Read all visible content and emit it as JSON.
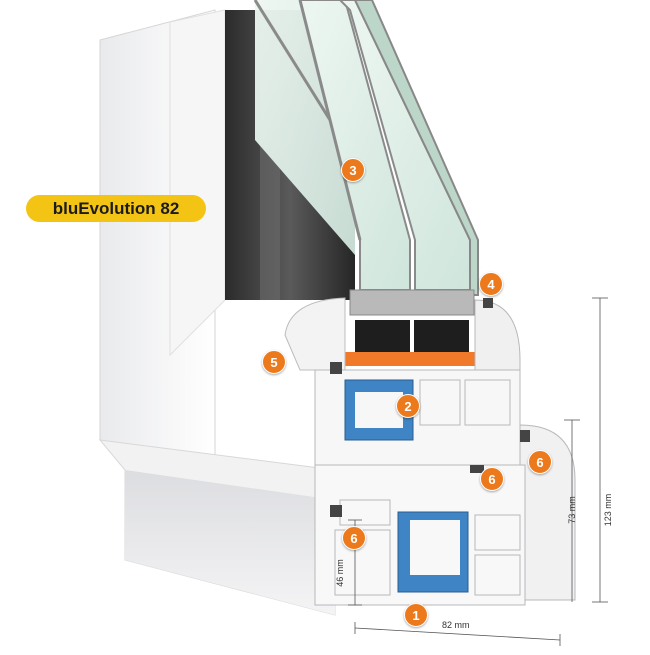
{
  "product": {
    "name": "bluEvolution 82"
  },
  "markers": [
    {
      "id": "glazing",
      "number": "3"
    },
    {
      "id": "glass-seal",
      "number": "4"
    },
    {
      "id": "sash-outer-seal",
      "number": "5"
    },
    {
      "id": "sash-reinforcement",
      "number": "2"
    },
    {
      "id": "frame-seal-right",
      "number": "6"
    },
    {
      "id": "middle-seal",
      "number": "6"
    },
    {
      "id": "frame-seal-left",
      "number": "6"
    },
    {
      "id": "frame-reinforcement",
      "number": "1"
    }
  ],
  "dimensions": {
    "total_height": "123 mm",
    "sash_height": "73 mm",
    "frame_height": "46 mm",
    "depth": "82 mm"
  },
  "colors": {
    "label_yellow": "#f4c414",
    "marker_orange": "#ec7a1c",
    "steel_blue": "#3f84c4",
    "glass_green": "#d9ece4"
  }
}
